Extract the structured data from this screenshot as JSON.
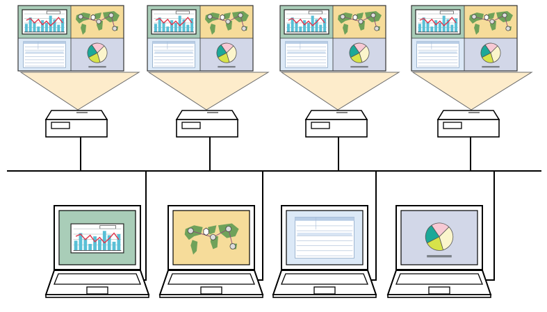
{
  "colors": {
    "chart_bg": "#a9cdb8",
    "map_bg": "#f6dc9a",
    "table_bg": "#dce9f7",
    "pie_bg": "#d2d7e8",
    "beam": "#fdeccb",
    "line": "#000000",
    "bar": "#59c0d6",
    "trend": "#e0334a",
    "continent": "#6fa25a",
    "pie_pink": "#f7c9d4",
    "pie_cream": "#fbf5cc",
    "pie_yellow": "#d7e34a",
    "pie_teal": "#1ca898"
  },
  "projector_count": 4,
  "laptop_count": 4,
  "projected_screens": [
    [
      "chart",
      "map",
      "table",
      "pie"
    ],
    [
      "chart",
      "map",
      "table",
      "pie"
    ],
    [
      "chart",
      "map",
      "table",
      "pie"
    ],
    [
      "chart",
      "map",
      "table",
      "pie"
    ]
  ],
  "laptop_screens": [
    "chart",
    "map",
    "table",
    "pie"
  ]
}
